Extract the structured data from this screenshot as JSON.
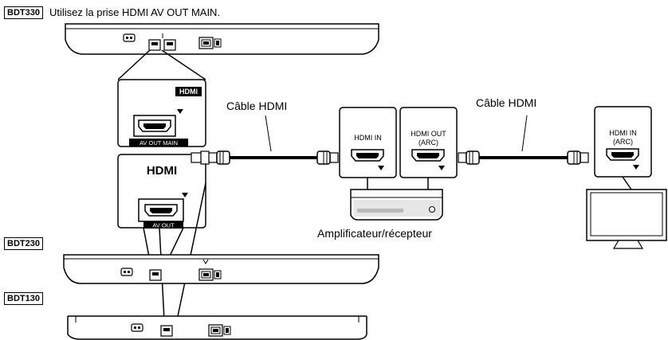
{
  "header": {
    "model_badge": "BDT330",
    "instruction": "Utilisez la prise HDMI AV OUT MAIN."
  },
  "models": {
    "bdt230": "BDT230",
    "bdt130": "BDT130"
  },
  "ports": {
    "hdmi_logo": "HDMI",
    "av_out_main": "AV OUT MAIN",
    "av_out": "AV OUT",
    "amp_in": "HDMI IN",
    "amp_out_line1": "HDMI OUT",
    "amp_out_line2": "(ARC)",
    "tv_in_line1": "HDMI IN",
    "tv_in_line2": "(ARC)"
  },
  "cables": {
    "cable_left": "Câble HDMI",
    "cable_right": "Câble HDMI"
  },
  "devices": {
    "amplifier": "Amplificateur/récepteur"
  },
  "colors": {
    "line": "#000000",
    "device_fill": "#ffffff",
    "amp_fill": "#d9d9d9"
  }
}
